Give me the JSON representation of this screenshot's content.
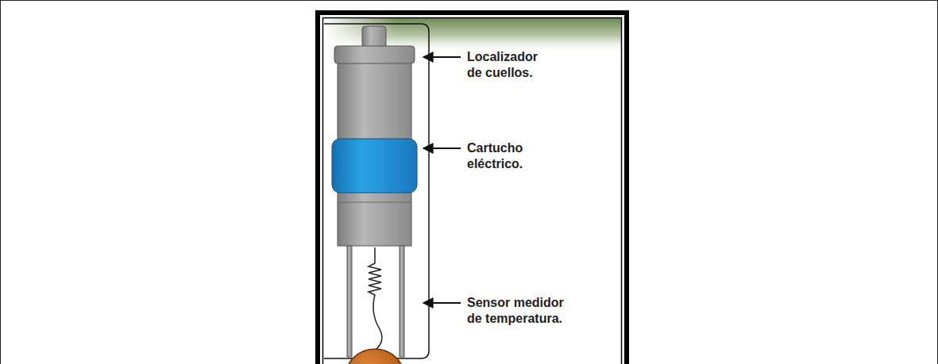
{
  "diagram": {
    "labels": [
      "Localizador de cuellos.",
      "Cartucho eléctrico.",
      "Sensor medidor de temperatura."
    ]
  }
}
